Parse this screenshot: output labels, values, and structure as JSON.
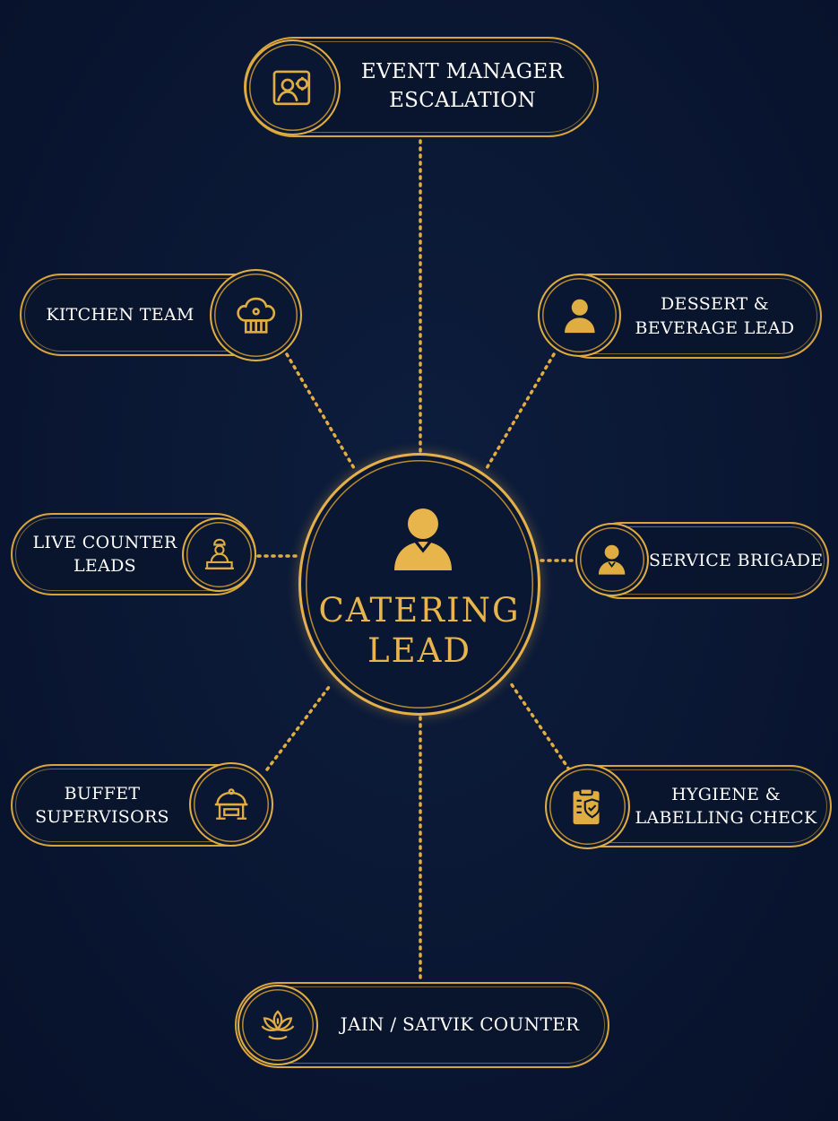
{
  "center": {
    "title_lines": [
      "CATERING",
      "LEAD"
    ],
    "icon": "person-icon"
  },
  "nodes": {
    "event_manager": {
      "lines": [
        "EVENT MANAGER",
        "ESCALATION"
      ],
      "icon": "manager-icon"
    },
    "kitchen_team": {
      "lines": [
        "KITCHEN TEAM"
      ],
      "icon": "chef-hat-icon"
    },
    "dessert_beverage": {
      "lines": [
        "DESSERT &",
        "BEVERAGE LEAD"
      ],
      "icon": "person-icon"
    },
    "live_counter": {
      "lines": [
        "LIVE COUNTER",
        "LEADS"
      ],
      "icon": "cook-at-counter-icon"
    },
    "service_brigade": {
      "lines": [
        "SERVICE BRIGADE"
      ],
      "icon": "waiter-icon"
    },
    "buffet_supervisors": {
      "lines": [
        "BUFFET",
        "SUPERVISORS"
      ],
      "icon": "chafing-dish-icon"
    },
    "hygiene_labelling": {
      "lines": [
        "HYGIENE &",
        "LABELLING CHECK"
      ],
      "icon": "clipboard-shield-icon"
    },
    "jain_satvik": {
      "lines": [
        "JAIN / SATVIK COUNTER"
      ],
      "icon": "lotus-icon"
    }
  },
  "colors": {
    "gold": "#e0ad42",
    "background": "#0a1733",
    "text": "#ffffff"
  }
}
